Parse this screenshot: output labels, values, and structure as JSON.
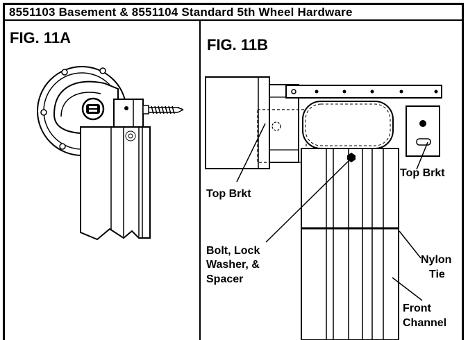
{
  "header": {
    "title": "8551103 Basement   & 8551104 Standard 5th Wheel Hardware"
  },
  "fig_a": {
    "title": "FIG. 11A"
  },
  "fig_b": {
    "title": "FIG. 11B",
    "labels": {
      "top_brkt_left": "Top Brkt",
      "top_brkt_right": "Top Brkt",
      "bolt_line1": "Bolt, Lock",
      "bolt_line2": "Washer, &",
      "bolt_line3": "Spacer",
      "nylon_line1": "Nylon",
      "nylon_line2": "Tie",
      "front_line1": "Front",
      "front_line2": "Channel"
    }
  }
}
